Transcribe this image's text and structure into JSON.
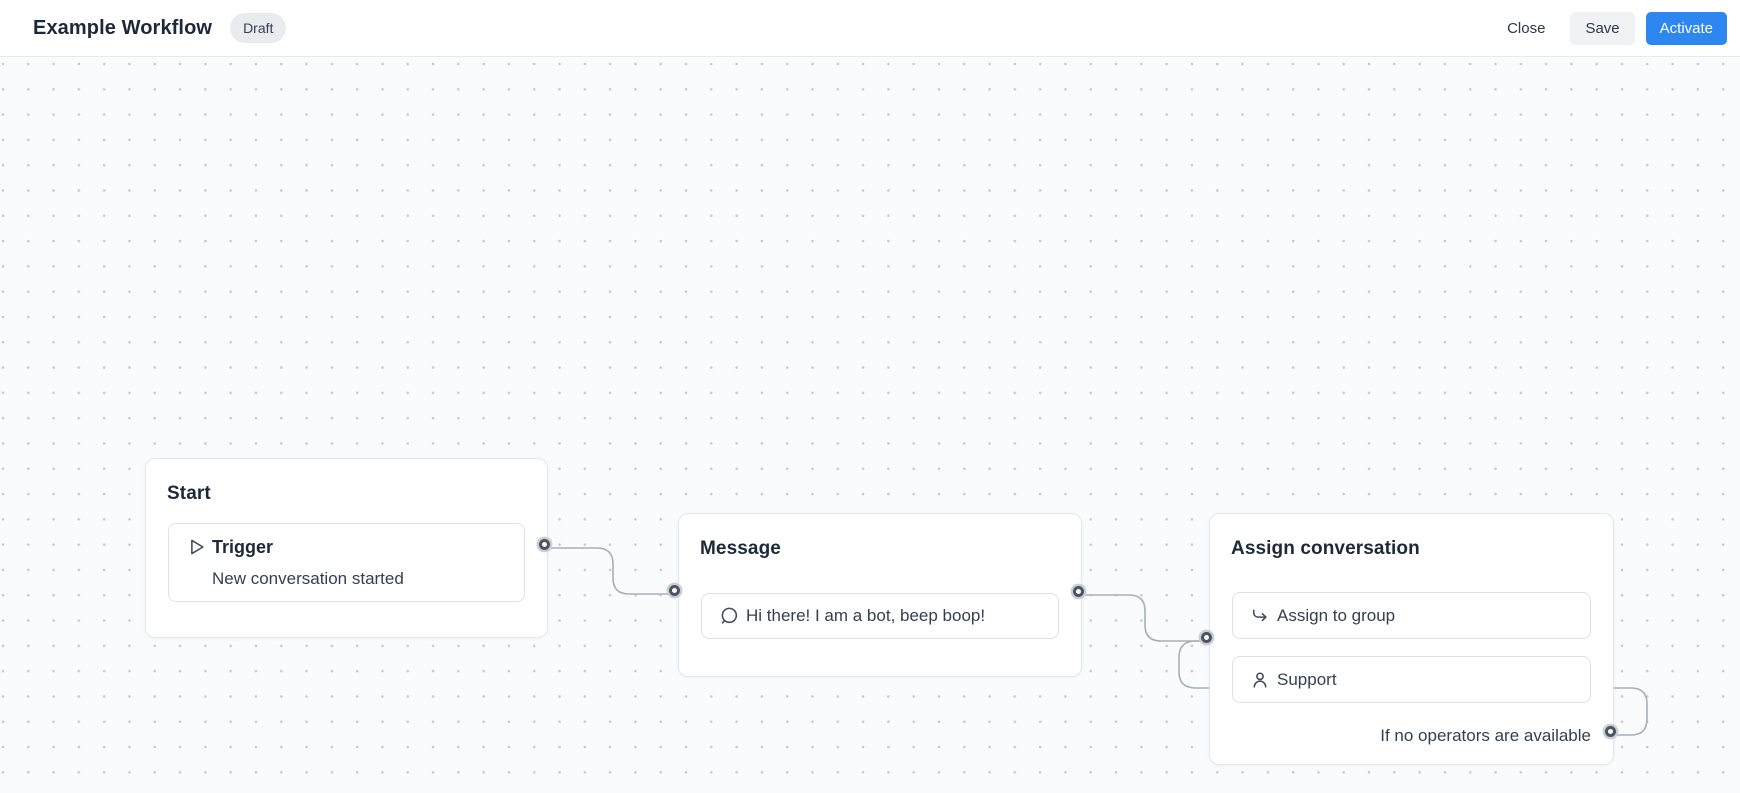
{
  "header": {
    "title": "Example Workflow",
    "status_badge": "Draft",
    "actions": {
      "close": "Close",
      "save": "Save",
      "activate": "Activate"
    }
  },
  "nodes": {
    "start": {
      "title": "Start",
      "trigger": {
        "icon": "play-icon",
        "title": "Trigger",
        "subtitle": "New conversation started"
      }
    },
    "message": {
      "title": "Message",
      "bubble": {
        "icon": "chat-bubble-icon",
        "text": "Hi there! I am a bot, beep boop!"
      }
    },
    "assign": {
      "title": "Assign conversation",
      "group_action": {
        "icon": "assign-arrow-icon",
        "label": "Assign to group"
      },
      "team_action": {
        "icon": "user-icon",
        "label": "Support"
      },
      "fallback_label": "If no operators are available"
    }
  },
  "colors": {
    "accent_blue": "#2e86f1",
    "wire_gray": "#a8afb9",
    "port_ring": "#4a5462",
    "canvas_dot": "#c6cad0"
  }
}
